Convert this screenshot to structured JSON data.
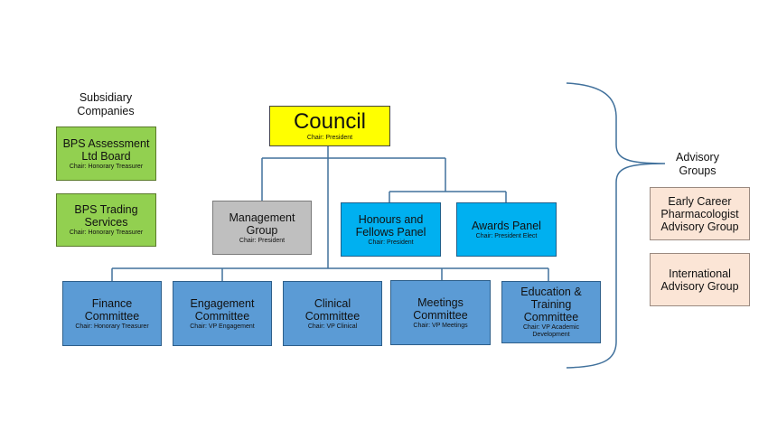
{
  "subsidiary": {
    "heading_line1": "Subsidiary",
    "heading_line2": "Companies",
    "assessment": {
      "line1": "BPS Assessment",
      "line2": "Ltd Board",
      "chair": "Chair: Honorary Treasurer"
    },
    "trading": {
      "line1": "BPS Trading",
      "line2": "Services",
      "chair": "Chair: Honorary Treasurer"
    }
  },
  "council": {
    "title": "Council",
    "chair": "Chair: President"
  },
  "management": {
    "line1": "Management",
    "line2": "Group",
    "chair": "Chair: President"
  },
  "honours": {
    "line1": "Honours and",
    "line2": "Fellows Panel",
    "chair": "Chair: President"
  },
  "awards": {
    "line1": "Awards Panel",
    "chair": "Chair: President Elect"
  },
  "committees": {
    "finance": {
      "line1": "Finance",
      "line2": "Committee",
      "chair": "Chair: Honorary Treasurer"
    },
    "engagement": {
      "line1": "Engagement",
      "line2": "Committee",
      "chair": "Chair: VP Engagement"
    },
    "clinical": {
      "line1": "Clinical",
      "line2": "Committee",
      "chair": "Chair: VP Clinical"
    },
    "meetings": {
      "line1": "Meetings",
      "line2": "Committee",
      "chair": "Chair: VP Meetings"
    },
    "education": {
      "line1": "Education &",
      "line2": "Training",
      "line3": "Committee",
      "chair_line1": "Chair: VP Academic",
      "chair_line2": "Development"
    }
  },
  "advisory": {
    "heading_line1": "Advisory",
    "heading_line2": "Groups",
    "early_career": {
      "line1": "Early Career",
      "line2": "Pharmacologist",
      "line3": "Advisory Group"
    },
    "international": {
      "line1": "International",
      "line2": "Advisory Group"
    }
  },
  "colors": {
    "connector": "#41719c",
    "council": "#ffff00",
    "subsidiary": "#92d050",
    "management": "#bfbfbf",
    "panels": "#00b0f0",
    "committees": "#5b9bd5",
    "advisory": "#fbe5d6"
  }
}
